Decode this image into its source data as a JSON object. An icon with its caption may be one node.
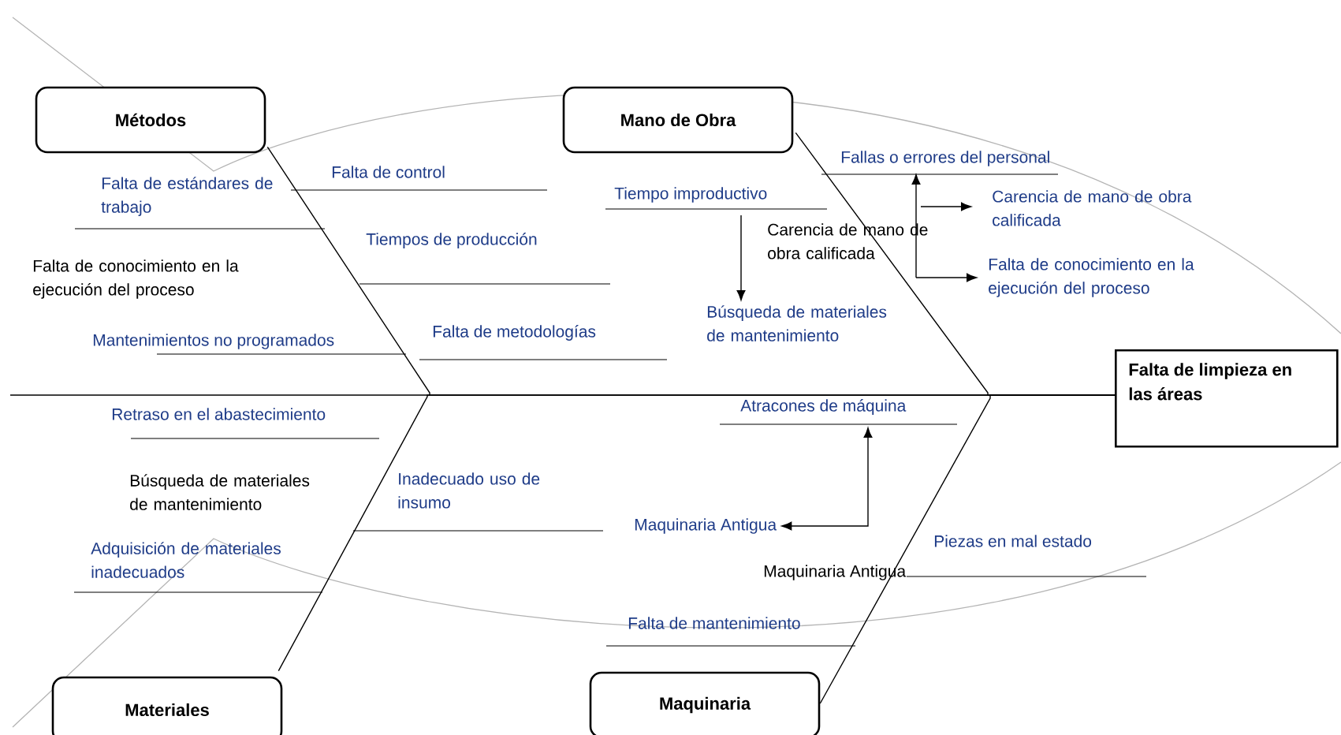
{
  "diagram": {
    "nodes": [
      {
        "text": [
          "Métodos"
        ]
      },
      {
        "text": [
          "Mano de Obra"
        ]
      },
      {
        "text": [
          "Fallas o errores del personal"
        ]
      },
      {
        "text": [
          "Tiempo improductivo"
        ]
      },
      {
        "text": [
          "Carencia de mano de obra calificada"
        ]
      },
      {
        "text": [
          "Falta de conocimiento en la ejecución del proceso"
        ]
      },
      {
        "text": [
          "Búsqueda de materiales de mantenimiento"
        ]
      },
      {
        "text": [
          "Falta de limpieza en las áreas"
        ]
      },
      {
        "text": [
          "Atracones de máquina"
        ]
      },
      {
        "text": [
          "Maquinaria Antigua"
        ]
      },
      {
        "text": [
          "Materiales"
        ]
      },
      {
        "text": [
          "Maquinaria"
        ]
      }
    ],
    "edges": [
      {
        "from": 3,
        "to": 6,
        "arrow": "to"
      },
      {
        "from": null,
        "to": 2,
        "arrow": "to"
      },
      {
        "from": null,
        "to": 4,
        "arrow": "to"
      },
      {
        "from": null,
        "to": 5,
        "arrow": "to"
      },
      {
        "from": 9,
        "to": 8,
        "arrow": "both"
      },
      {
        "from": 0,
        "to": 7,
        "arrow": "none"
      },
      {
        "from": 10,
        "to": 7,
        "arrow": "none"
      },
      {
        "from": 1,
        "to": 7,
        "arrow": "none"
      },
      {
        "from": 11,
        "to": 7,
        "arrow": "none"
      }
    ],
    "labels": [
      "Falta de control",
      "Falta de estándares de trabajo",
      "Tiempos de producción",
      "Falta de conocimiento en la ejecución del proceso",
      "Carencia de mano de obra calificada",
      "Mantenimientos no programados",
      "Falta de metodologías",
      "Retraso en el abastecimiento",
      "Búsqueda de materiales de mantenimiento",
      "Inadecuado uso de insumo",
      "Adquisición de materiales inadecuados",
      "Piezas en mal estado",
      "Maquinaria Antigua",
      "Falta de mantenimiento"
    ]
  }
}
